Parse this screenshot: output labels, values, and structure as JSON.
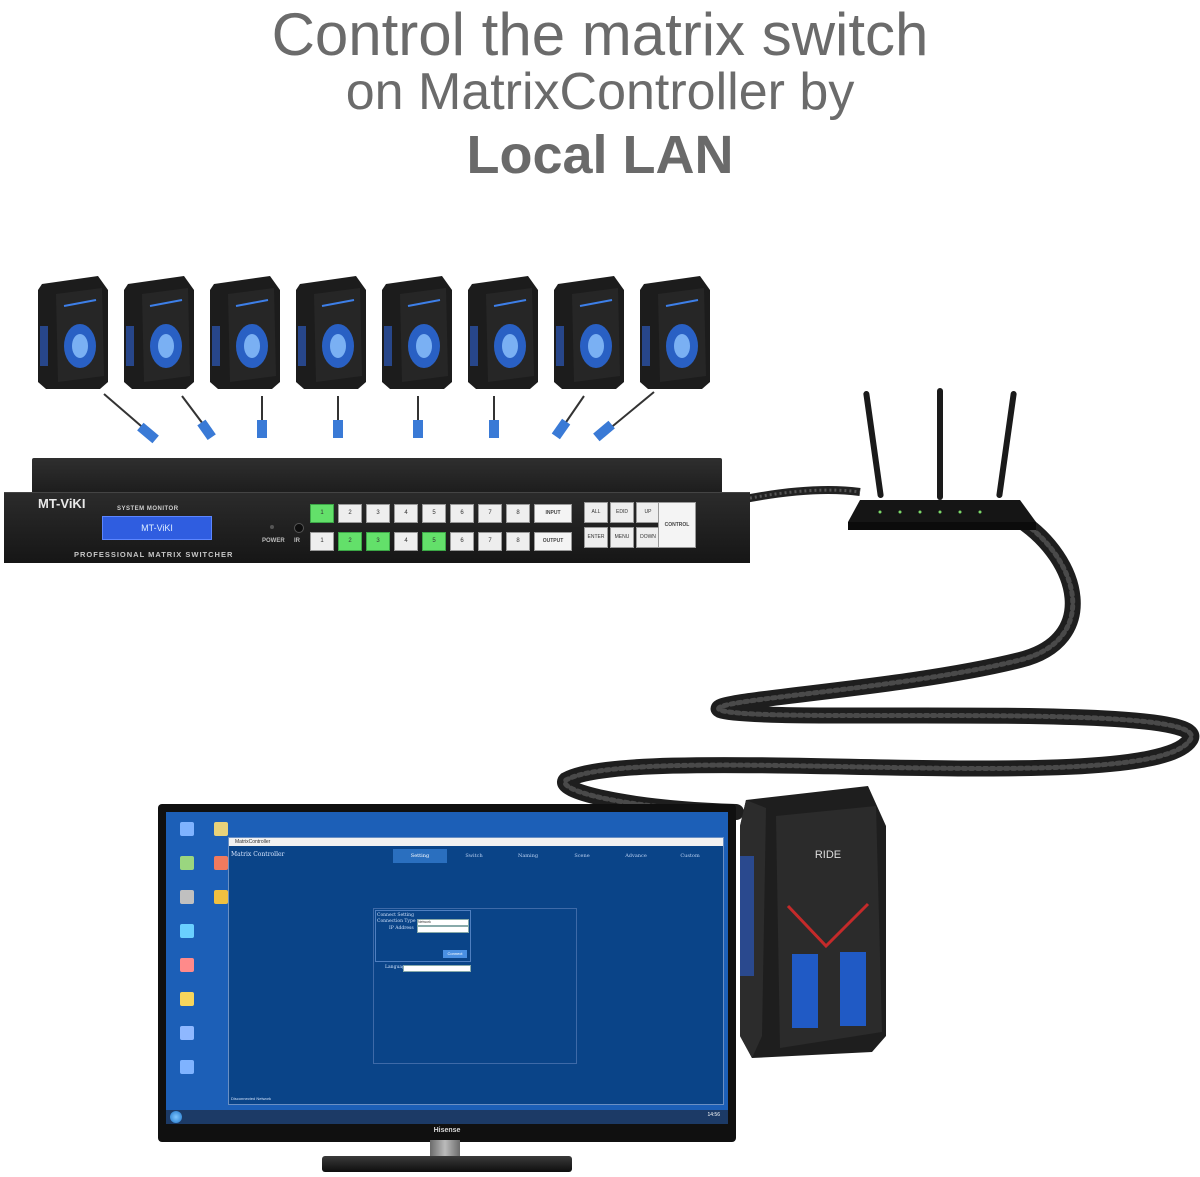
{
  "title": {
    "line1": "Control the matrix switch",
    "line2": "on MatrixController by",
    "line3": "Local LAN"
  },
  "switcher": {
    "brand": "MT-ViKI",
    "system_monitor": "SYSTEM MONITOR",
    "lcd_text": "MT-ViKI",
    "power_label": "POWER",
    "ir_label": "IR",
    "model_label": "PROFESSIONAL MATRIX SWITCHER",
    "input_row": {
      "label": "INPUT",
      "buttons": [
        "1",
        "2",
        "3",
        "4",
        "5",
        "6",
        "7",
        "8"
      ],
      "active": [
        1
      ]
    },
    "output_row": {
      "label": "OUTPUT",
      "buttons": [
        "1",
        "2",
        "3",
        "4",
        "5",
        "6",
        "7",
        "8"
      ],
      "active": [
        2,
        3,
        5
      ]
    },
    "control_buttons": [
      "ALL",
      "EDID",
      "UP",
      "ENTER",
      "MENU",
      "DOWN"
    ],
    "control_label": "CONTROL"
  },
  "tower_brand": "RIDE",
  "monitor": {
    "brand": "Hisense",
    "app": {
      "window_title": "MatrixController",
      "app_title": "Matrix Controller",
      "tabs": [
        "Setting",
        "Switch",
        "Naming",
        "Scene",
        "Advance",
        "Custom"
      ],
      "active_tab": "Setting",
      "connect_setting": "Connect Setting",
      "connection_type_label": "Connection Type",
      "connection_type_value": "Network",
      "ip_address_label": "IP Address",
      "connect_button": "Connect",
      "language_label": "Language",
      "status": "Disconnected Network"
    },
    "taskbar_time": "14:56"
  },
  "colors": {
    "title_gray": "#6b6b6b",
    "lcd_blue": "#2f5de0",
    "active_button_green": "#63e06a",
    "screen_blue": "#1c5fb7",
    "app_blue": "#0a4488"
  }
}
